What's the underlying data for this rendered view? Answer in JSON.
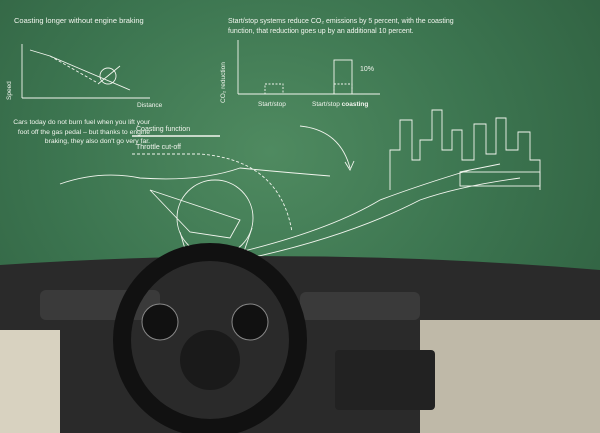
{
  "texts": {
    "coasting_title": "Coasting longer without engine braking",
    "startstop_text": "Start/stop systems reduce CO₂ emissions by 5 percent, with the coasting function, that reduction goes up by an additional 10 percent.",
    "speed_axis": "Speed",
    "distance_axis": "Distance",
    "co2_axis": "CO₂ reduction",
    "pct_label": "10%",
    "startstop_bar_label": "Start/stop",
    "startstop_coasting_prefix": "Start/stop ",
    "startstop_coasting_bold": "coasting",
    "cars_text": "Cars today do not burn fuel when you lift your foot off the gas pedal – but thanks to engine braking, they also don't go very far.",
    "coasting_function": "Coasting function",
    "throttle_cutoff": "Throttle cut-off"
  },
  "colors": {
    "chalkboard": "#3c7550",
    "chalk": "#f2f5ee",
    "dashboard": "#1c1c1c"
  }
}
